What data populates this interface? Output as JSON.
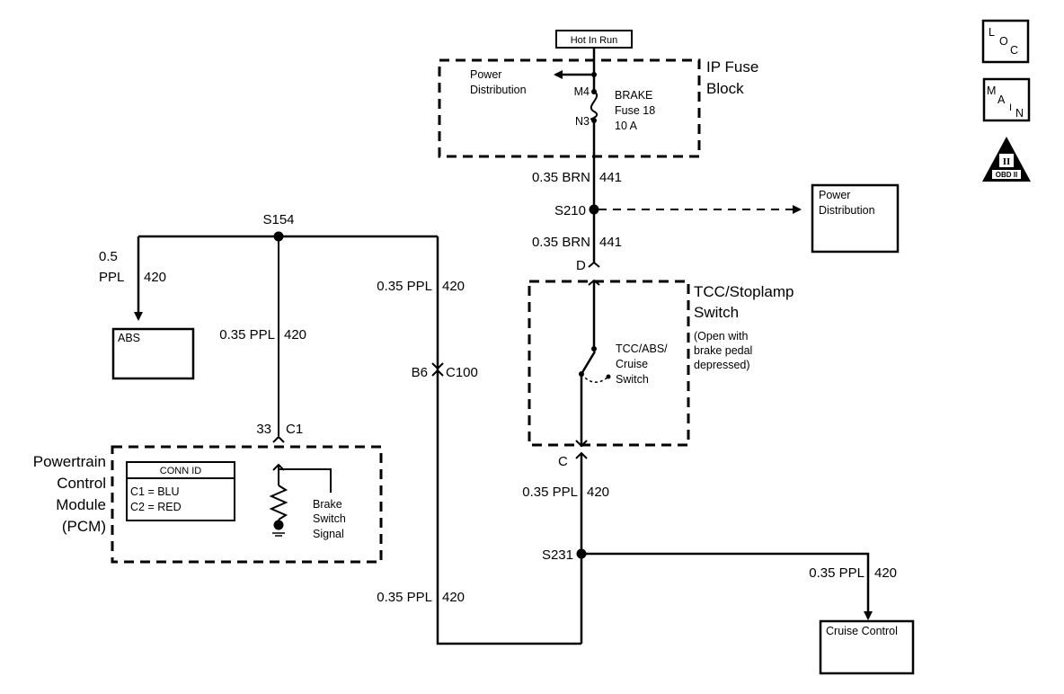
{
  "diagram": {
    "hot_in_run": "Hot In Run",
    "ip_fuse_block": {
      "line1": "IP Fuse",
      "line2": "Block"
    },
    "power_dist_internal": {
      "line1": "Power",
      "line2": "Distribution"
    },
    "fuse": {
      "m4": "M4",
      "n3": "N3",
      "name": "BRAKE",
      "id": "Fuse 18",
      "rating": "10 A"
    },
    "wire_brn_top": {
      "gauge": "0.35 BRN",
      "circuit": "441"
    },
    "splice_s210": "S210",
    "wire_brn_bottom": {
      "gauge": "0.35 BRN",
      "circuit": "441"
    },
    "power_dist_external": {
      "line1": "Power",
      "line2": "Distribution"
    },
    "conn_d": "D",
    "tcc_switch": {
      "line1": "TCC/Stoplamp",
      "line2": "Switch",
      "note1": "(Open with",
      "note2": "brake pedal",
      "note3": "depressed)"
    },
    "inner_switch": {
      "line1": "TCC/ABS/",
      "line2": "Cruise",
      "line3": "Switch"
    },
    "conn_c": "C",
    "wire_ppl_c": {
      "gauge": "0.35 PPL",
      "circuit": "420"
    },
    "splice_s231": "S231",
    "wire_ppl_cruise": {
      "gauge": "0.35 PPL",
      "circuit": "420"
    },
    "cruise_control": "Cruise Control",
    "splice_s154": "S154",
    "wire_abs": {
      "gauge_line1": "0.5",
      "gauge_line2": "PPL",
      "circuit": "420"
    },
    "abs_box": "ABS",
    "wire_pcm": {
      "gauge": "0.35 PPL",
      "circuit": "420"
    },
    "wire_right_top": {
      "gauge": "0.35 PPL",
      "circuit": "420"
    },
    "c100": {
      "pin": "B6",
      "connector": "C100"
    },
    "wire_right_bottom": {
      "gauge": "0.35 PPL",
      "circuit": "420"
    },
    "c1_conn": {
      "pin": "33",
      "connector": "C1"
    },
    "pcm": {
      "line1": "Powertrain",
      "line2": "Control",
      "line3": "Module",
      "line4": "(PCM)"
    },
    "conn_id": {
      "header": "CONN ID",
      "row1": "C1 = BLU",
      "row2": "C2 = RED"
    },
    "brake_signal": {
      "line1": "Brake",
      "line2": "Switch",
      "line3": "Signal"
    },
    "icons": {
      "loc": {
        "l": "L",
        "o": "O",
        "c": "C"
      },
      "main": {
        "m": "M",
        "a": "A",
        "i": "I",
        "n": "N"
      },
      "obd": {
        "roman": "II",
        "label": "OBD II"
      }
    }
  }
}
